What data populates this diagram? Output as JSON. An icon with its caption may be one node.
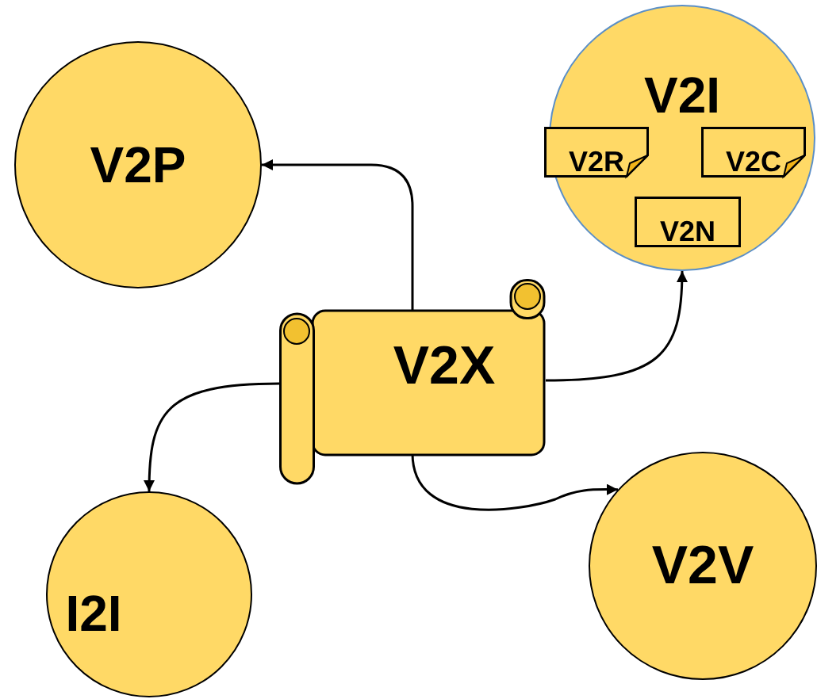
{
  "diagram": {
    "nodes": [
      {
        "text": [
          "V2P"
        ]
      },
      {
        "text": [
          "V2I"
        ]
      },
      {
        "text": [
          "V2R"
        ],
        "in": 1
      },
      {
        "text": [
          "V2C"
        ],
        "in": 1
      },
      {
        "text": [
          "V2N"
        ],
        "in": 1
      },
      {
        "text": [
          "V2X"
        ]
      },
      {
        "text": [
          "I2I"
        ]
      },
      {
        "text": [
          "V2V"
        ]
      }
    ],
    "edges": [
      {
        "from": 5,
        "to": 0,
        "arrow": "to"
      },
      {
        "from": 5,
        "to": 1,
        "arrow": "to"
      },
      {
        "from": 5,
        "to": 6,
        "arrow": "to"
      },
      {
        "from": 5,
        "to": 7,
        "arrow": "to"
      }
    ]
  }
}
